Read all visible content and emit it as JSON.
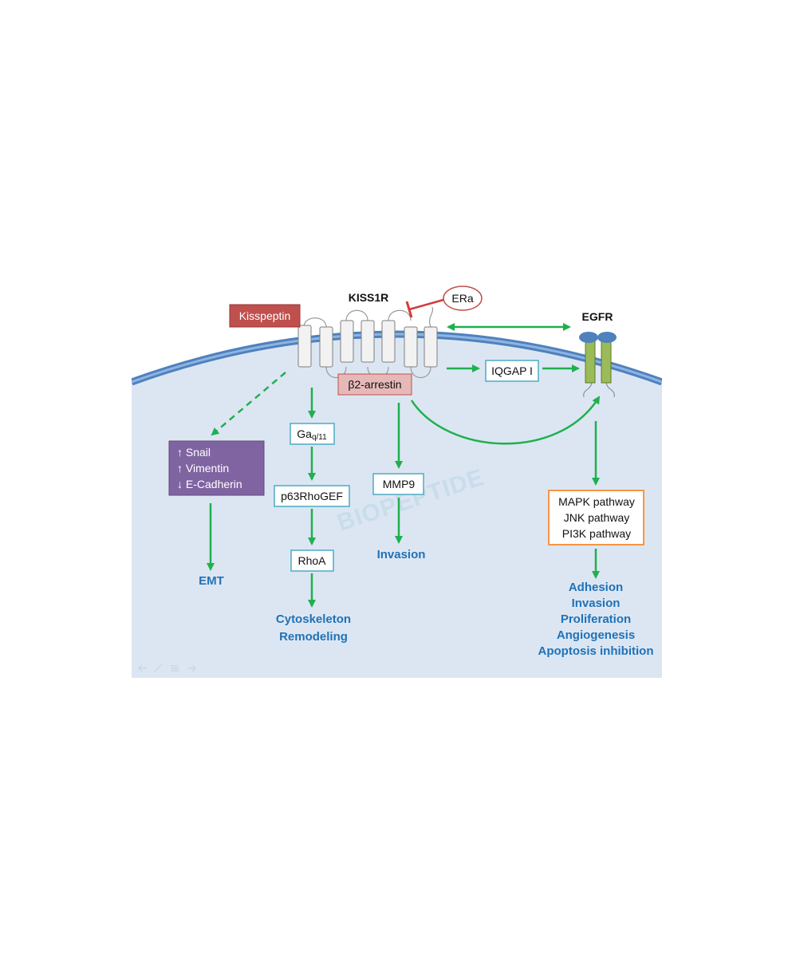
{
  "labels": {
    "kisspeptin": "Kisspeptin",
    "kiss1r": "KISS1R",
    "era": "ERa",
    "egfr": "EGFR",
    "beta2_arrestin": "β2-arrestin",
    "iqgap1": "IQGAP I",
    "galpha_main": "Ga",
    "galpha_sub": "q/11",
    "p63rhogef": "p63RhoGEF",
    "rhoa": "RhoA",
    "mmp9": "MMP9",
    "emt_markers": [
      "↑ Snail",
      "↑ Vimentin",
      "↓ E-Cadherin"
    ],
    "pathways": [
      "MAPK pathway",
      "JNK pathway",
      "PI3K pathway"
    ]
  },
  "outcomes": {
    "emt": "EMT",
    "cytoskeleton": [
      "Cytoskeleton",
      "Remodeling"
    ],
    "mmp9_invasion": "Invasion",
    "egfr_outcomes": [
      "Adhesion",
      "Invasion",
      "Proliferation",
      "Angiogenesis",
      "Apoptosis inhibition"
    ]
  },
  "watermark": "BIOPEPTIDE",
  "colors": {
    "cytoplasm": "#dce6f2",
    "membrane": "#4f81bd",
    "membrane_inner": "#8eb4e3",
    "arrow": "#1fb04f",
    "inhibit": "#d23b3b",
    "kisspeptin_fill": "#c0504d",
    "arrestin_fill": "#e6b9b8",
    "emt_fill": "#8064a2",
    "outcome_text": "#1f72b8",
    "box_border": "#4bacc6",
    "pathway_border": "#f79646",
    "egfr_bar": "#9bbb59",
    "egfr_cap": "#4f81bd"
  }
}
